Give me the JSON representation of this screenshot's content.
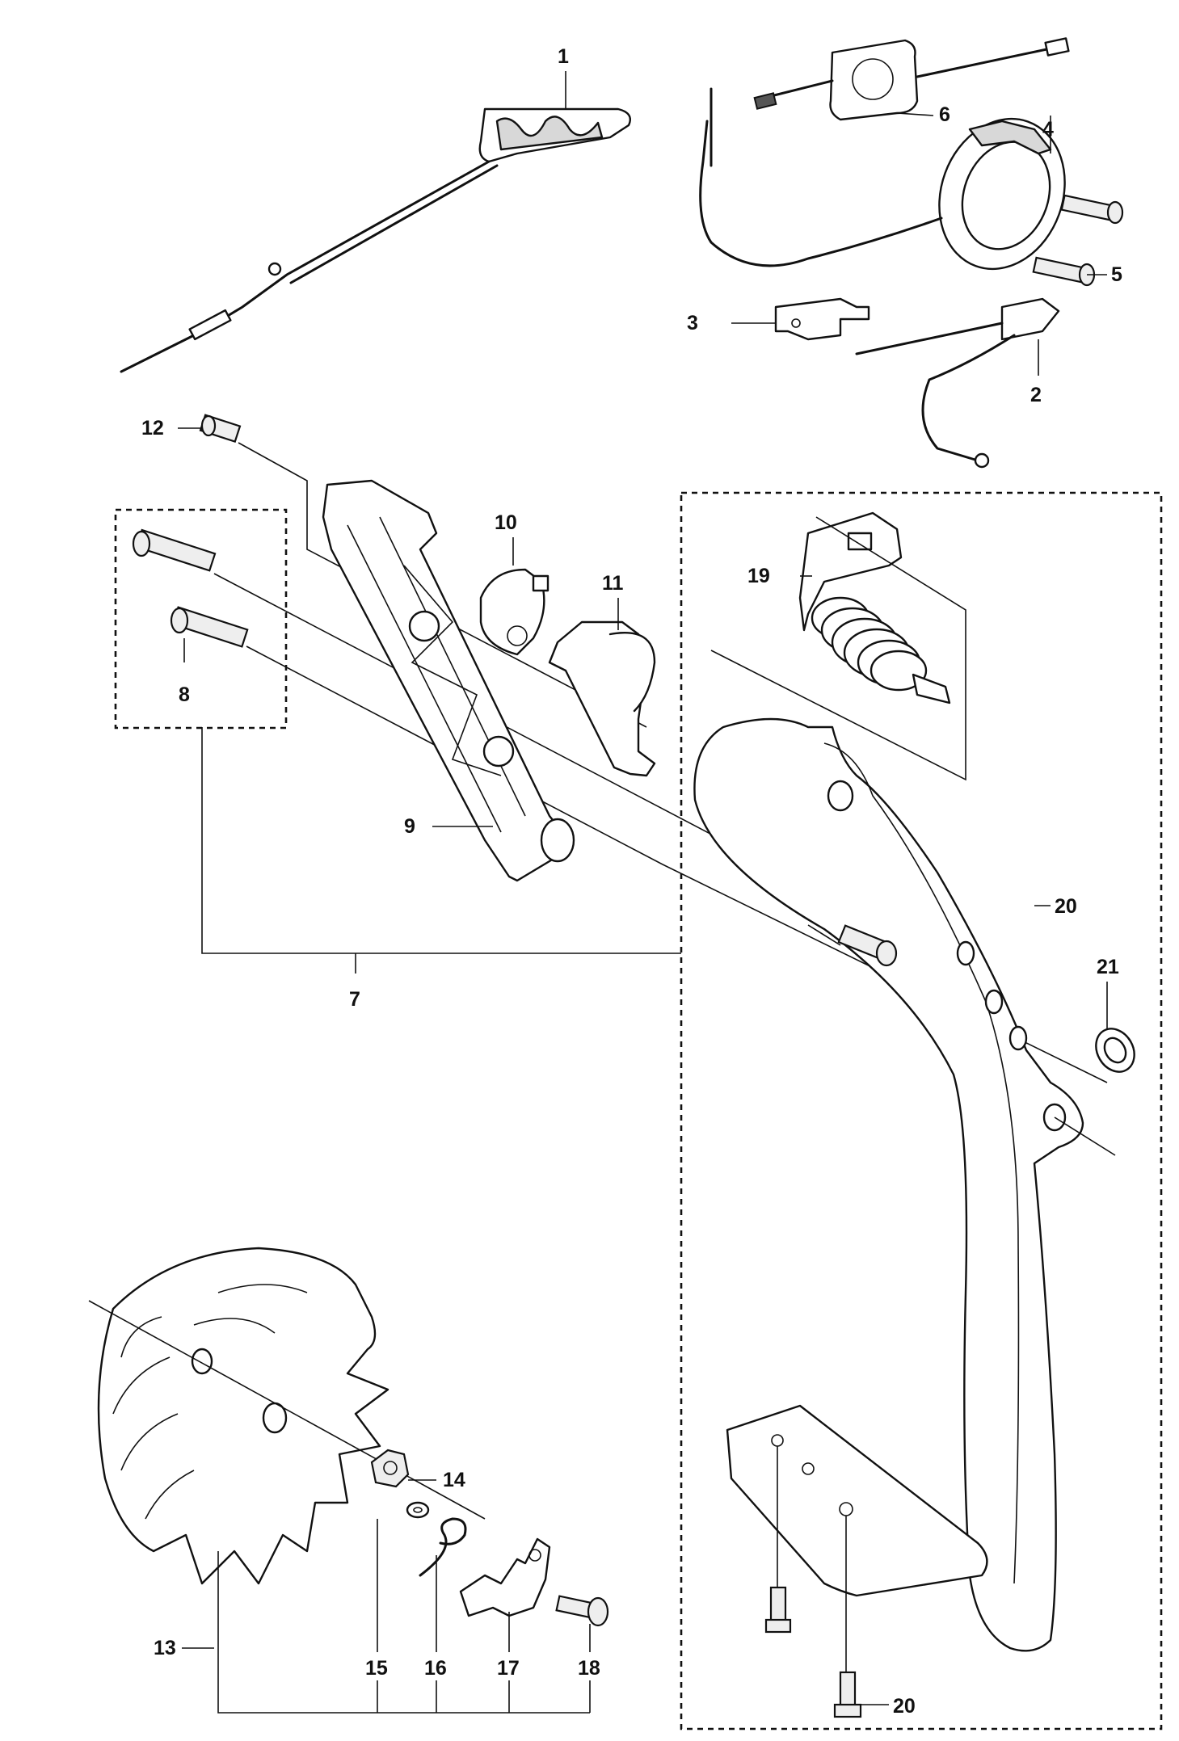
{
  "labels": {
    "p1": "1",
    "p2": "2",
    "p3": "3",
    "p4": "4",
    "p5": "5",
    "p6": "6",
    "p7": "7",
    "p8": "8",
    "p9": "9",
    "p10": "10",
    "p11": "11",
    "p12": "12",
    "p13": "13",
    "p14": "14",
    "p15": "15",
    "p16": "16",
    "p17": "17",
    "p18": "18",
    "p19": "19",
    "p20a": "20",
    "p20b": "20",
    "p21": "21"
  }
}
